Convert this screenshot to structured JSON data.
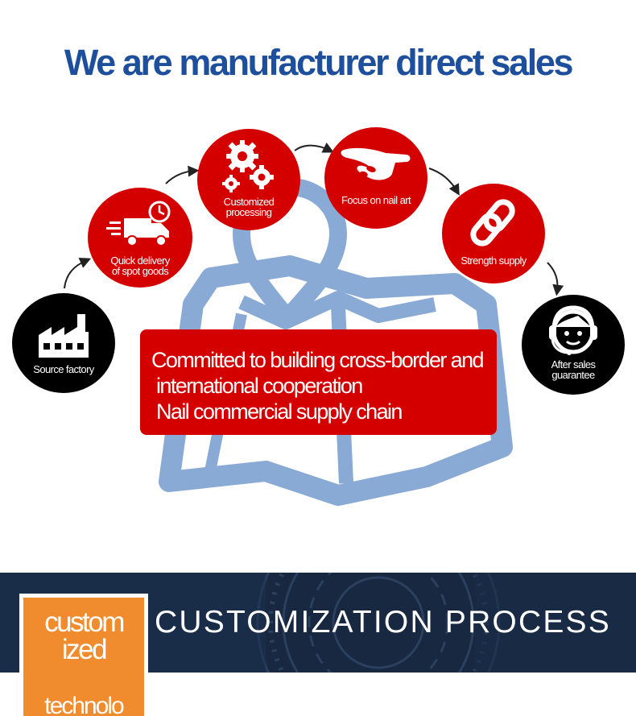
{
  "header": {
    "title": "We are manufacturer direct sales"
  },
  "steps": [
    {
      "icon": "factory-icon",
      "label": "Source factory"
    },
    {
      "icon": "delivery-truck-icon",
      "label_line1": "Quick delivery",
      "label_line2": "of spot goods"
    },
    {
      "icon": "gears-icon",
      "label_line1": "Customized",
      "label_line2": "processing"
    },
    {
      "icon": "hand-nail-icon",
      "label": "Focus on nail art"
    },
    {
      "icon": "chain-link-icon",
      "label": "Strength supply"
    },
    {
      "icon": "headset-agent-icon",
      "label_line1": "After sales",
      "label_line2": "guarantee"
    }
  ],
  "banner": {
    "line1": "Committed to building cross-border and",
    "line2": "international cooperation",
    "line3": "Nail commercial supply chain"
  },
  "process_section": {
    "title": "CUSTOMIZATION PROCESS",
    "card_line1": "custom",
    "card_line2": "ized",
    "card_line3": "technolo"
  },
  "colors": {
    "title_blue": "#1d4f9c",
    "brand_red": "#d40000",
    "map_blue": "#8aaad6",
    "band_navy": "#172840",
    "card_orange": "#f08c2e"
  }
}
